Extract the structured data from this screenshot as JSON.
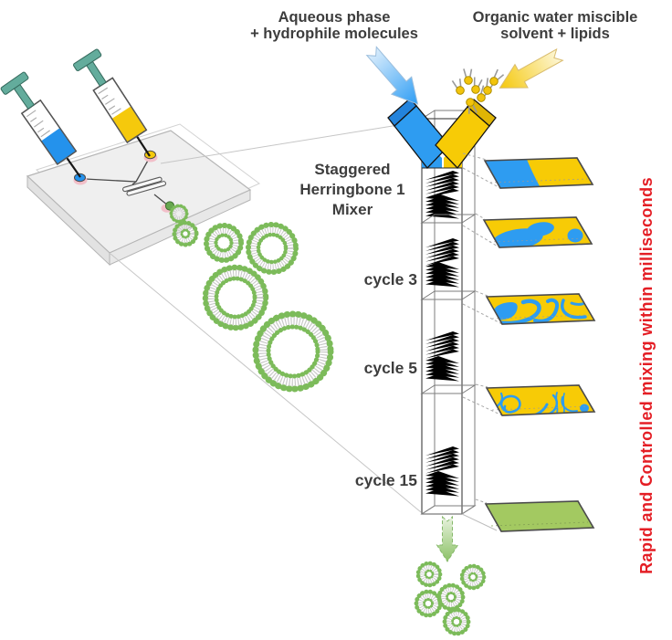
{
  "labels": {
    "aqueous": {
      "line1": "Aqueous phase",
      "line2": "+ hydrophile molecules"
    },
    "organic": {
      "line1": "Organic water miscible",
      "line2": "solvent + lipids"
    },
    "mixer": {
      "line1": "Staggered",
      "line2": "Herringbone 1",
      "line3": "Mixer"
    },
    "cycles": {
      "c3": "cycle 3",
      "c5": "cycle 5",
      "c15": "cycle 15"
    },
    "side_note": "Rapid and Controlled mixing within milliseconds"
  },
  "colors": {
    "aqueous_blue": "#2E9CF1",
    "lipid_yellow": "#F7CB06",
    "mixed_green": "#A3C961",
    "liposome_green": "#7CBB5A",
    "plunger_teal": "#63AC9C",
    "note_red": "#E41E25",
    "text_dark": "#3D3D3D"
  }
}
